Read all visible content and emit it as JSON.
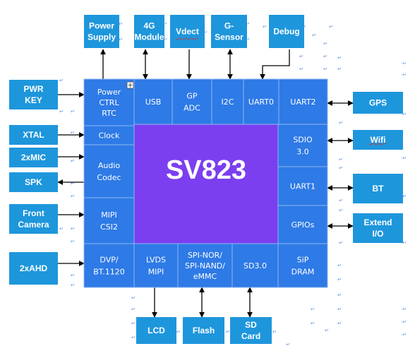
{
  "title": "SV823",
  "external_top": [
    {
      "id": "power-supply",
      "lines": [
        "Power",
        "Supply"
      ]
    },
    {
      "id": "4g-module",
      "lines": [
        "4G",
        "Module"
      ]
    },
    {
      "id": "vdect",
      "lines": [
        "Vdect"
      ]
    },
    {
      "id": "g-sensor",
      "lines": [
        "G-",
        "Sensor"
      ]
    },
    {
      "id": "debug",
      "lines": [
        "Debug"
      ]
    }
  ],
  "external_left": [
    {
      "id": "pwr-key",
      "lines": [
        "PWR",
        "KEY"
      ]
    },
    {
      "id": "xtal",
      "lines": [
        "XTAL"
      ]
    },
    {
      "id": "2xmic",
      "lines": [
        "2xMIC"
      ]
    },
    {
      "id": "spk",
      "lines": [
        "SPK"
      ]
    },
    {
      "id": "front-camera",
      "lines": [
        "Front",
        "Camera"
      ]
    },
    {
      "id": "2xahd",
      "lines": [
        "2xAHD"
      ]
    }
  ],
  "external_right": [
    {
      "id": "gps",
      "lines": [
        "GPS"
      ]
    },
    {
      "id": "wifi",
      "lines": [
        "Wifi"
      ]
    },
    {
      "id": "bt",
      "lines": [
        "BT"
      ]
    },
    {
      "id": "extend-io",
      "lines": [
        "Extend",
        "I/O"
      ]
    }
  ],
  "external_bottom": [
    {
      "id": "lcd",
      "lines": [
        "LCD"
      ]
    },
    {
      "id": "flash",
      "lines": [
        "Flash"
      ]
    },
    {
      "id": "sd-card",
      "lines": [
        "SD",
        "Card"
      ]
    }
  ],
  "soc_blocks": {
    "top": [
      {
        "id": "usb",
        "lines": [
          "USB"
        ]
      },
      {
        "id": "gp-adc",
        "lines": [
          "GP",
          "ADC"
        ]
      },
      {
        "id": "i2c",
        "lines": [
          "I2C"
        ]
      },
      {
        "id": "uart0",
        "lines": [
          "UART0"
        ]
      },
      {
        "id": "uart2",
        "lines": [
          "UART2"
        ]
      }
    ],
    "left": [
      {
        "id": "power-ctrl-rtc",
        "lines": [
          "Power",
          "CTRL",
          "RTC"
        ]
      },
      {
        "id": "clock",
        "lines": [
          "Clock"
        ]
      },
      {
        "id": "audio-codec",
        "lines": [
          "Audio",
          "Codec"
        ]
      },
      {
        "id": "mipi-csi2",
        "lines": [
          "MIPI",
          "CSI2"
        ]
      },
      {
        "id": "dvp-bt1120",
        "lines": [
          "DVP/",
          "BT.1120"
        ]
      }
    ],
    "right": [
      {
        "id": "sdio",
        "lines": [
          "SDIO",
          "3.0"
        ]
      },
      {
        "id": "uart1",
        "lines": [
          "UART1"
        ]
      },
      {
        "id": "gpios",
        "lines": [
          "GPIOs"
        ]
      },
      {
        "id": "sip-dram",
        "lines": [
          "SiP",
          "DRAM"
        ]
      }
    ],
    "bottom": [
      {
        "id": "lvds-mipi",
        "lines": [
          "LVDS",
          "MIPI"
        ]
      },
      {
        "id": "spi-nor",
        "lines": [
          "SPI-NOR/",
          "SPI-NAND/",
          "eMMC"
        ]
      },
      {
        "id": "sd30",
        "lines": [
          "SD3.0"
        ]
      }
    ]
  },
  "colors": {
    "external": "#1e96dc",
    "soc": "#2e7ae6",
    "core": "#7b3ff0",
    "text": "#ffffff"
  }
}
